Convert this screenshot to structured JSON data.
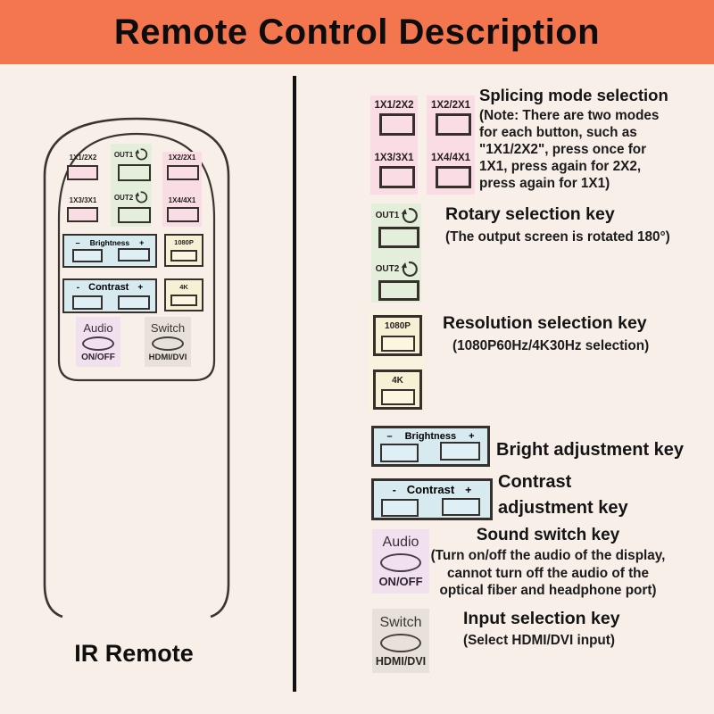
{
  "header": {
    "title": "Remote Control Description"
  },
  "remote": {
    "caption": "IR Remote",
    "keys": {
      "k11": "1X1/2X2",
      "k12": "1X2/2X1",
      "k13": "1X3/3X1",
      "k14": "1X4/4X1",
      "out1": "OUT1",
      "out2": "OUT2",
      "res1": "1080P",
      "res2": "4K",
      "brightness": {
        "minus": "–",
        "label": "Brightness",
        "plus": "+"
      },
      "contrast": {
        "minus": "-",
        "label": "Contrast",
        "plus": "+"
      },
      "audio": {
        "label": "Audio",
        "state": "ON/OFF"
      },
      "switch": {
        "label": "Switch",
        "state": "HDMI/DVI"
      }
    }
  },
  "sections": {
    "splicing": {
      "title": "Splicing mode selection",
      "buttons": [
        "1X1/2X2",
        "1X2/2X1",
        "1X3/3X1",
        "1X4/4X1"
      ],
      "note": [
        "(Note: There are two modes",
        "for each button, such as",
        "\"1X1/2X2\", press once for",
        "1X1, press again for 2X2,",
        "press again for 1X1)"
      ]
    },
    "rotary": {
      "title": "Rotary selection key",
      "note": "(The output screen is rotated 180°)",
      "buttons": [
        "OUT1",
        "OUT2"
      ]
    },
    "resolution": {
      "title": "Resolution selection key",
      "note": "(1080P60Hz/4K30Hz selection)",
      "buttons": [
        "1080P",
        "4K"
      ]
    },
    "bright": {
      "title": "Bright adjustment key",
      "minus": "–",
      "label": "Brightness",
      "plus": "+"
    },
    "contrast": {
      "title_line1": "Contrast",
      "title_line2": "adjustment key",
      "minus": "-",
      "label": "Contrast",
      "plus": "+"
    },
    "sound": {
      "title": "Sound switch key",
      "key": "Audio",
      "state": "ON/OFF",
      "note": [
        "(Turn on/off the audio of the display,",
        "cannot turn off the audio of the",
        "optical fiber and headphone port)"
      ]
    },
    "input": {
      "title": "Input selection key",
      "key": "Switch",
      "state": "HDMI/DVI",
      "note": "(Select HDMI/DVI input)"
    }
  },
  "colors": {
    "header": "#f4764e",
    "background": "#f8efe9",
    "pink": "#fadce4",
    "green": "#e3efdb",
    "blue": "#d6eaf0",
    "yellow": "#f6f1d5",
    "audio_pink": "#f1e1ee",
    "switch_gray": "#e7e1da",
    "line": "#101010"
  }
}
